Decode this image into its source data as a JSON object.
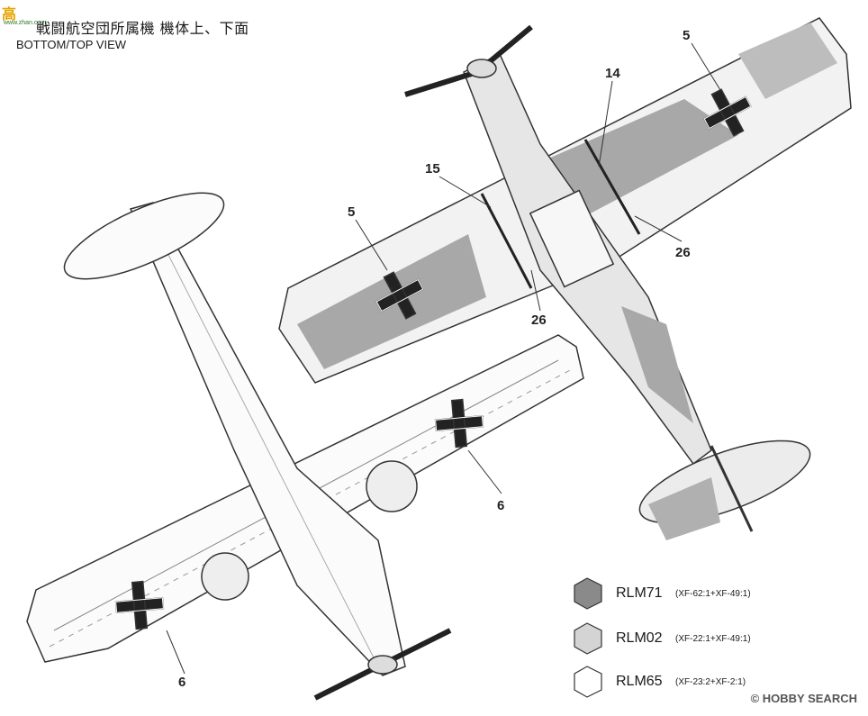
{
  "header": {
    "title_jp": "戦闘航空団所属機 機体上、下面",
    "title_en": "BOTTOM/TOP VIEW",
    "watermark_top": "高",
    "watermark_sub": "www.zhan.com"
  },
  "callouts": [
    "5",
    "14",
    "15",
    "5",
    "26",
    "26",
    "6",
    "6"
  ],
  "legend": [
    {
      "name": "RLM71",
      "mix": "(XF-62:1+XF-49:1)",
      "color": "#8a8a8a"
    },
    {
      "name": "RLM02",
      "mix": "(XF-22:1+XF-49:1)",
      "color": "#d4d4d4"
    },
    {
      "name": "RLM65",
      "mix": "(XF-23:2+XF-2:1)",
      "color": "#ffffff"
    }
  ],
  "footer": "© HOBBY SEARCH"
}
